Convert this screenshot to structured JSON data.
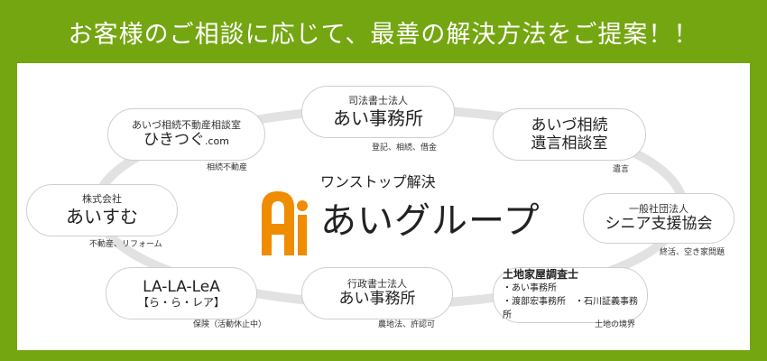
{
  "banner": {
    "text": "お客様のご相談に応じて、最善の解決方法をご提案！！"
  },
  "center": {
    "logo_letters": "Ai",
    "subtitle": "ワンストップ解決",
    "title": "あいグループ",
    "colors": {
      "logo_orange": "#f08c00",
      "logo_dark": "#333333"
    }
  },
  "nodes": {
    "shihou": {
      "label_top": "司法書士法人",
      "label_main": "あい事務所",
      "note": "登記、相続、借金"
    },
    "igon": {
      "label_line1": "あいづ相続",
      "label_line2": "遺言相談室",
      "note": "遺言"
    },
    "senior": {
      "label_top": "一般社団法人",
      "label_main": "シニア支援協会",
      "note": "終活、空き家問題"
    },
    "tochi": {
      "title": "土地家屋調査士",
      "items": [
        "・あい事務所",
        "・渡部宏事務所　・石川証義事務所"
      ],
      "note": "土地の境界"
    },
    "gyosei": {
      "label_top": "行政書士法人",
      "label_main": "あい事務所",
      "note": "農地法、許認可"
    },
    "lalalea": {
      "label_top": "LA-LA-LeA",
      "label_main": "【ら・ら・レア】",
      "note": "保険（活動休止中）"
    },
    "aisumu": {
      "label_top": "株式会社",
      "label_main": "あいすむ",
      "note": "不動産、リフォーム"
    },
    "hikitsugu": {
      "label_top": "あいづ相続不動産相談室",
      "label_main": "ひきつぐ",
      "label_suffix": ".com",
      "note": "相続不動産"
    }
  },
  "colors": {
    "background": "#74a611",
    "panel": "#ffffff",
    "ring": "#e2e2e2"
  }
}
